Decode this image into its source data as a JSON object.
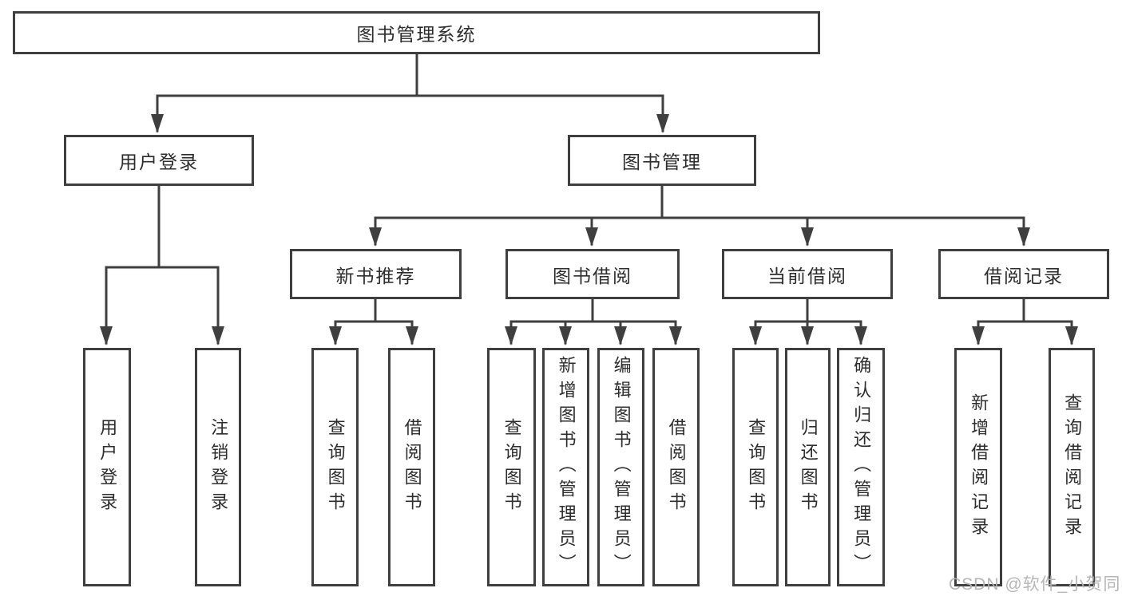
{
  "tree": {
    "root": "图书管理系统",
    "branches": [
      {
        "label": "用户登录",
        "children": [
          "用户登录",
          "注销登录"
        ]
      },
      {
        "label": "图书管理",
        "children": [
          {
            "label": "新书推荐",
            "children": [
              "查询图书",
              "借阅图书"
            ]
          },
          {
            "label": "图书借阅",
            "children": [
              "查询图书",
              "新增图书（管理员）",
              "编辑图书（管理员）",
              "借阅图书"
            ]
          },
          {
            "label": "当前借阅",
            "children": [
              "查询图书",
              "归还图书",
              "确认归还（管理员）"
            ]
          },
          {
            "label": "借阅记录",
            "children": [
              "新增借阅记录",
              "查询借阅记录"
            ]
          }
        ]
      }
    ]
  },
  "watermark": {
    "text": "CSDN @软件_小贺同学"
  },
  "colors": {
    "line": "#3f3f3f",
    "text": "#2d2d2d",
    "background": "#ffffff",
    "watermark": "#b3b3b3"
  }
}
